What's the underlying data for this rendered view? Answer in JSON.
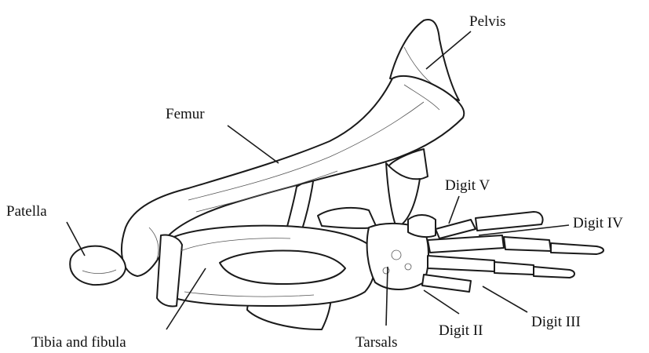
{
  "labels": {
    "pelvis": "Pelvis",
    "femur": "Femur",
    "patella": "Patella",
    "digit_v": "Digit V",
    "digit_iv": "Digit IV",
    "digit_iii": "Digit III",
    "digit_ii": "Digit II",
    "tarsals": "Tarsals",
    "tibia_fibula": "Tibia and fibula"
  },
  "colors": {
    "ink": "#1a1a1a",
    "background": "#ffffff"
  }
}
